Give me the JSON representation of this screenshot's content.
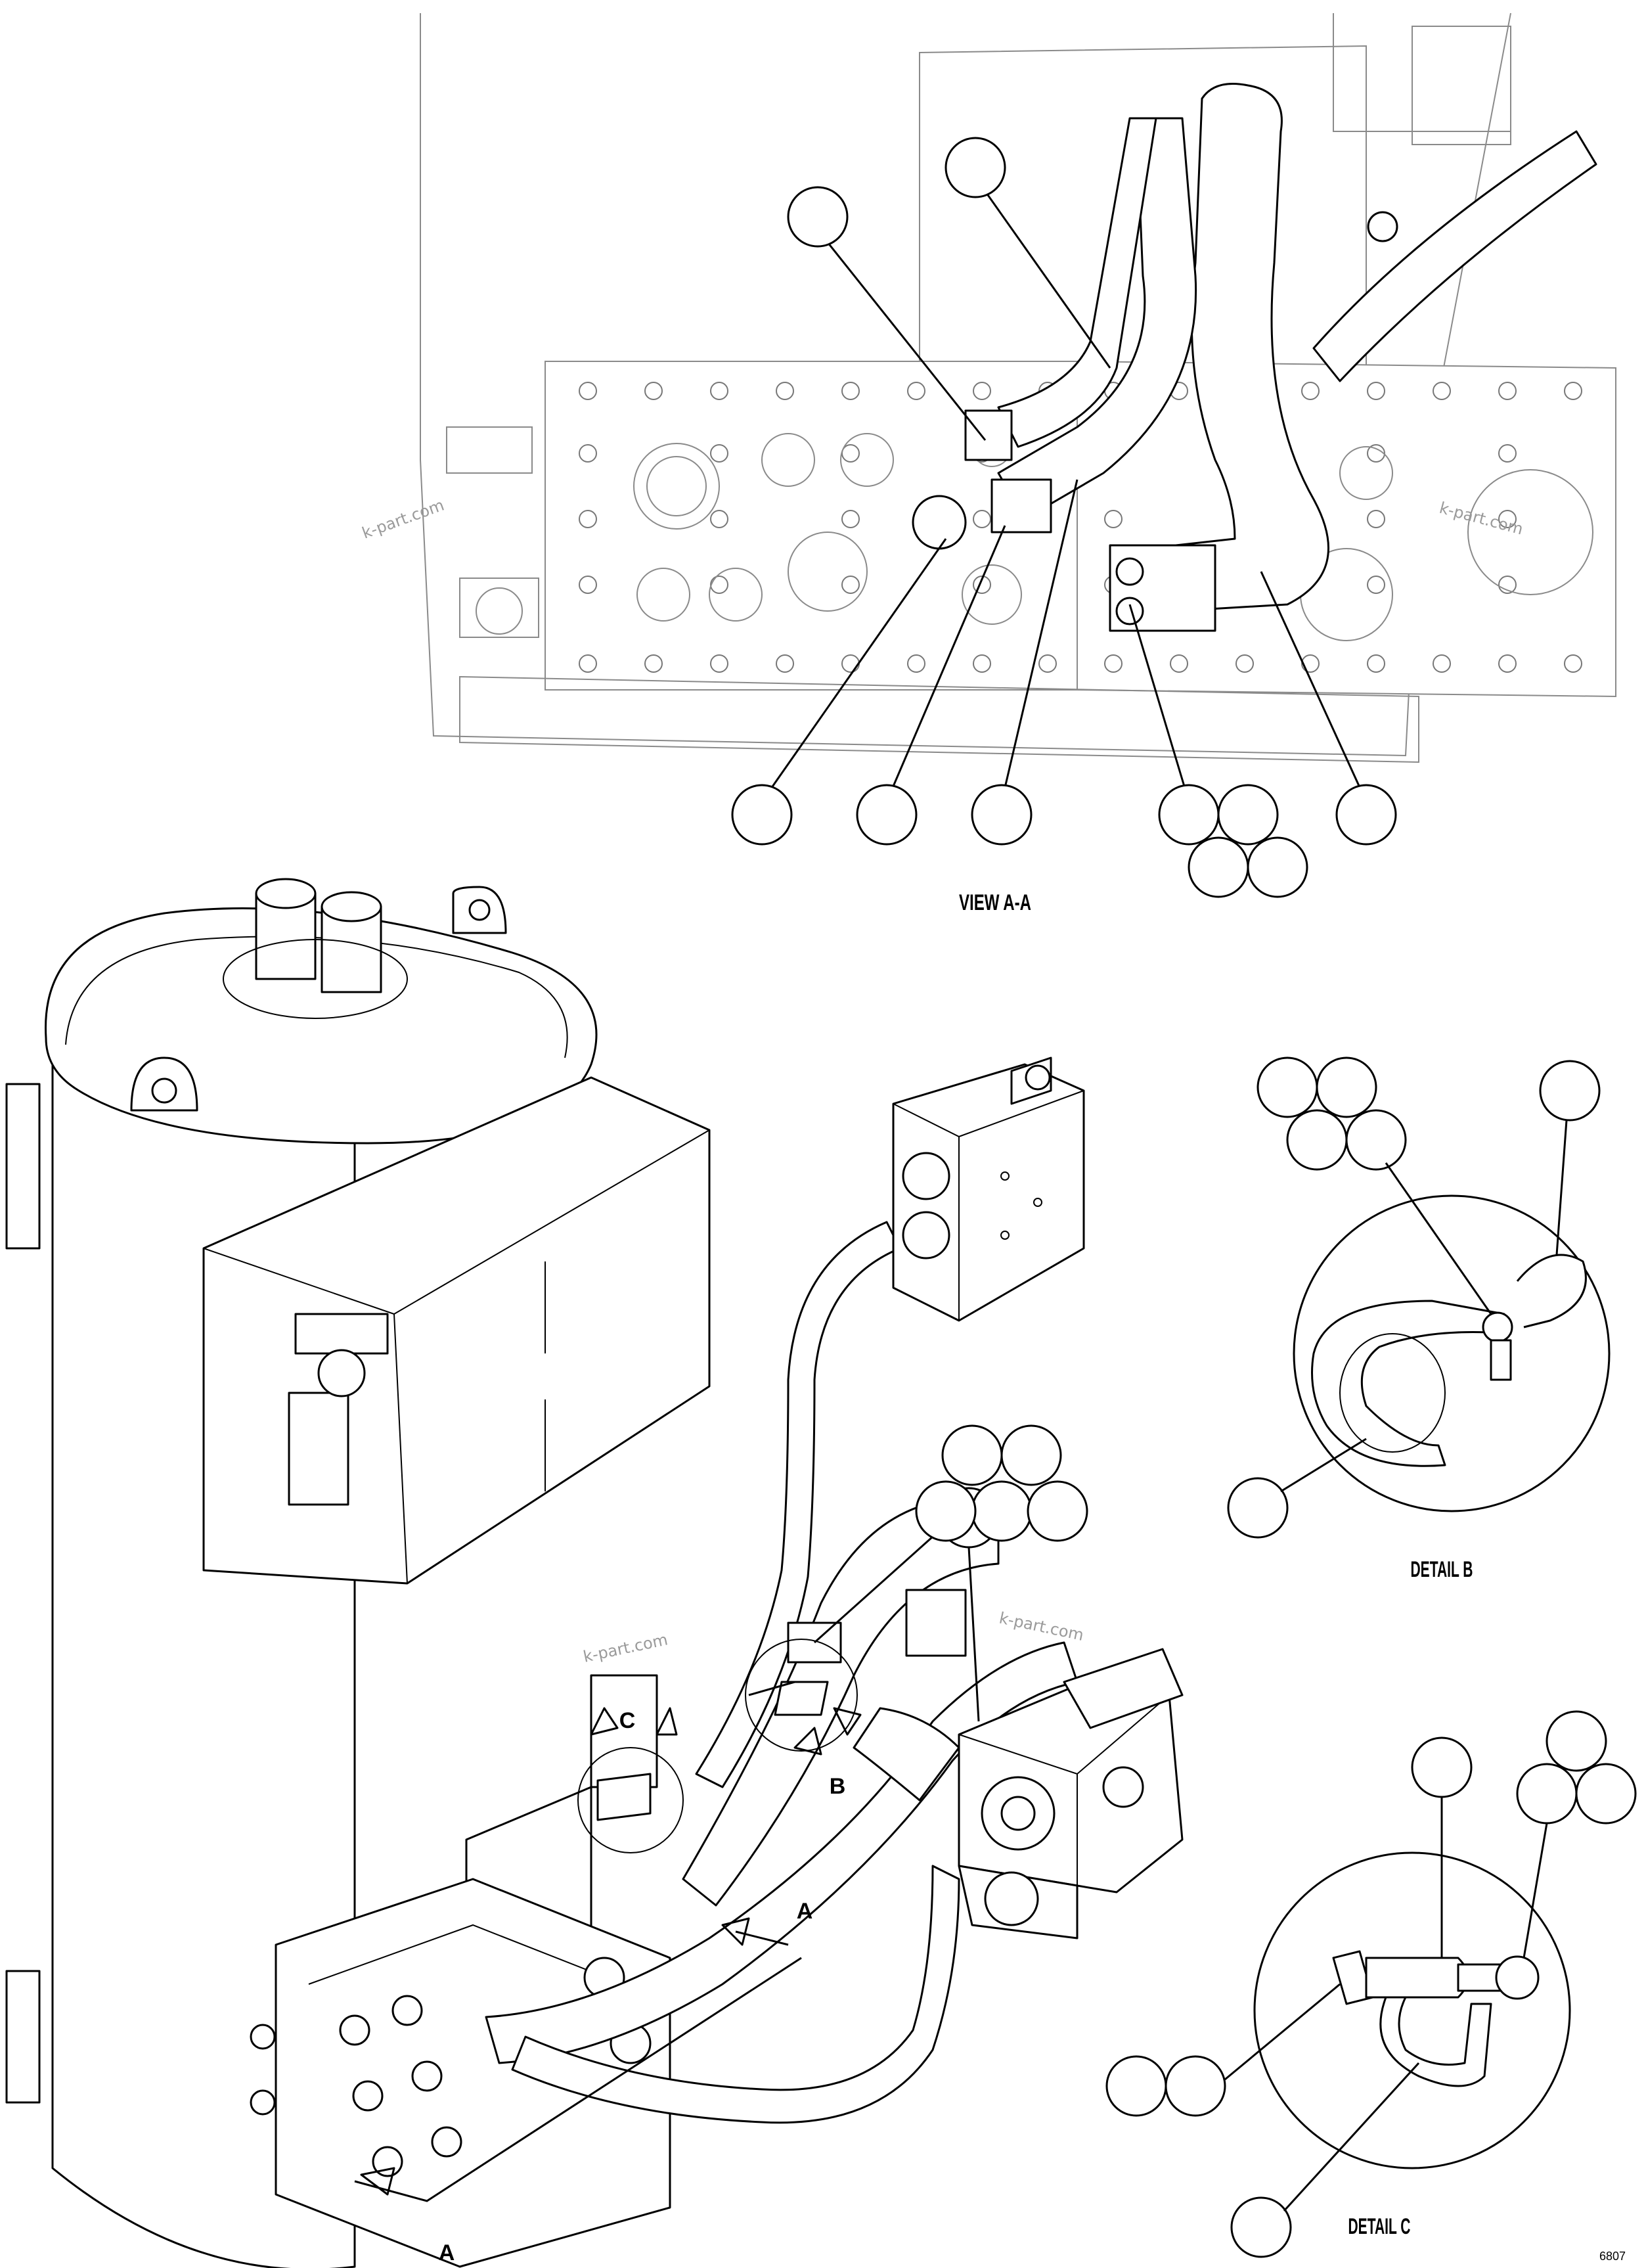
{
  "labels": {
    "view_aa": "VIEW A-A",
    "detail_b": "DETAIL B",
    "detail_c": "DETAIL C",
    "arrow_a_upper": "A",
    "arrow_a_lower": "A",
    "arrow_b": "B",
    "arrow_c": "C"
  },
  "watermarks": [
    "k-part.com",
    "k-part.com",
    "k-part.com",
    "k-part.com"
  ],
  "drawing_code": "6807"
}
